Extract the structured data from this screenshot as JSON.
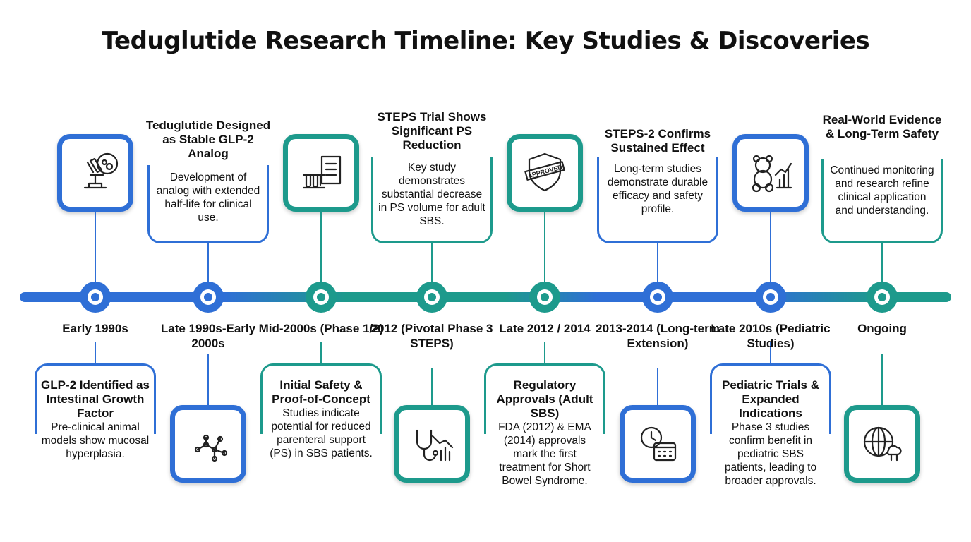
{
  "title": "Teduglutide Research Timeline: Key Studies & Discoveries",
  "colors": {
    "blue": "#2f6fd6",
    "teal": "#1d9a8c"
  },
  "events": [
    {
      "date": "Early 1990s",
      "title": "GLP-2 Identified as Intestinal Growth Factor",
      "desc": "Pre-clinical animal models show mucosal hyperplasia.",
      "icon": "microscope-icon"
    },
    {
      "date": "Late 1990s-Early 2000s",
      "title": "Teduglutide Designed as Stable GLP-2 Analog",
      "desc": "Development of analog with extended half-life for clinical use.",
      "icon": "molecule-icon"
    },
    {
      "date": "Mid-2000s (Phase 1/2)",
      "title": "Initial Safety & Proof-of-Concept",
      "desc": "Studies indicate potential for reduced parenteral support (PS) in SBS patients.",
      "icon": "test-tubes-clipboard-icon"
    },
    {
      "date": "2012 (Pivotal Phase 3 STEPS)",
      "title": "STEPS Trial Shows Significant PS Reduction",
      "desc": "Key study demonstrates substantial decrease in PS volume for adult SBS.",
      "icon": "stethoscope-chart-icon"
    },
    {
      "date": "Late 2012 / 2014",
      "title": "Regulatory Approvals (Adult SBS)",
      "desc": "FDA (2012) & EMA (2014) approvals mark the first treatment for Short Bowel Syndrome.",
      "icon": "approved-shield-icon",
      "icon_text": "APPROVED"
    },
    {
      "date": "2013-2014 (Long-term Extension)",
      "title": "STEPS-2 Confirms Sustained Effect",
      "desc": "Long-term studies demonstrate durable efficacy and safety profile.",
      "icon": "clock-calendar-icon"
    },
    {
      "date": "Late 2010s (Pediatric Studies)",
      "title": "Pediatric Trials & Expanded Indications",
      "desc": "Phase 3 studies confirm benefit in pediatric SBS patients, leading to broader approvals.",
      "icon": "teddy-bear-chart-icon"
    },
    {
      "date": "Ongoing",
      "title": "Real-World Evidence & Long-Term Safety",
      "desc": "Continued monitoring and research refine clinical application and understanding.",
      "icon": "globe-cloud-icon"
    }
  ]
}
